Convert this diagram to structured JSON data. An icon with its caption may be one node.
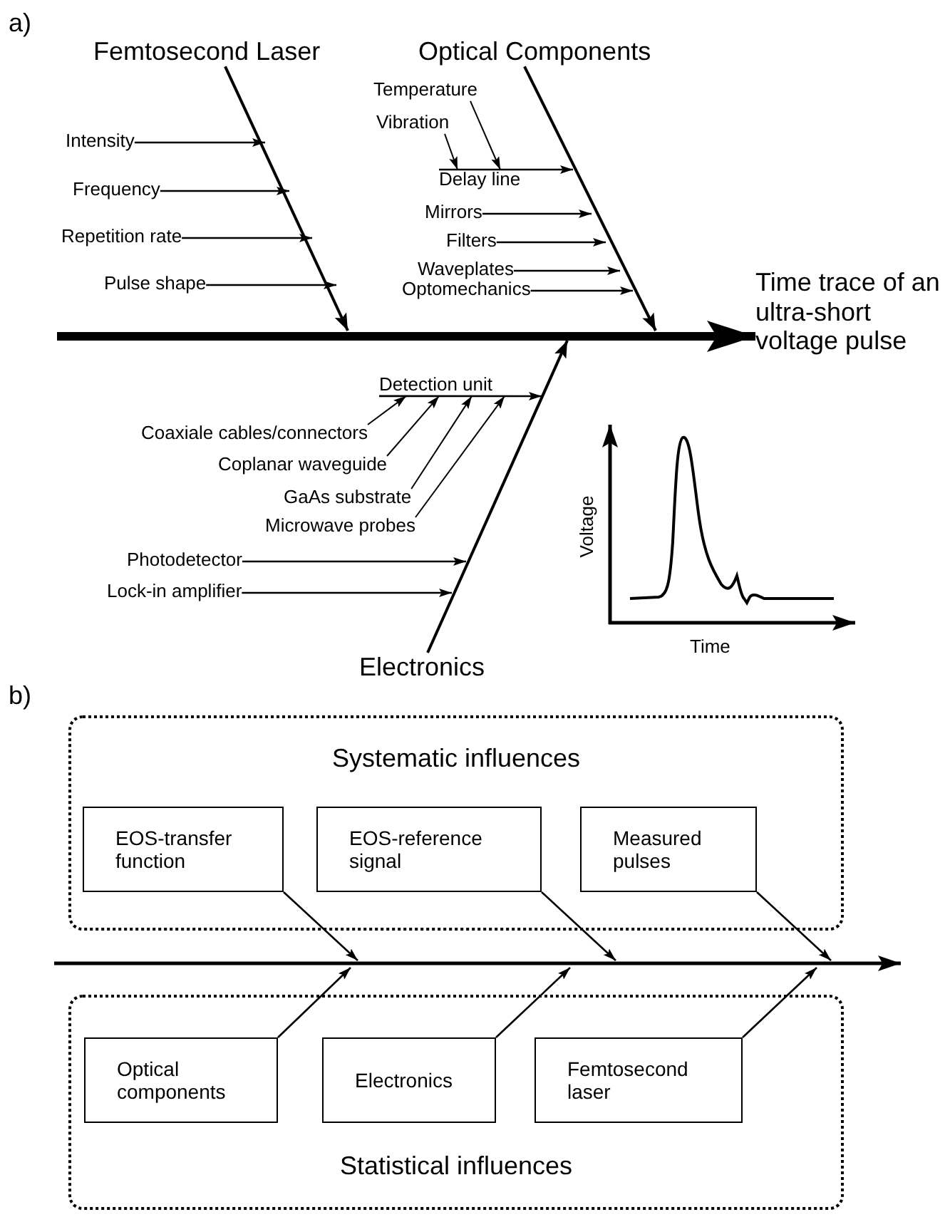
{
  "diagram": {
    "nodes": [
      {
        "text": [
          "Femtosecond Laser"
        ]
      },
      {
        "text": [
          "Optical Components"
        ]
      },
      {
        "text": [
          "Temperature"
        ]
      },
      {
        "text": [
          "Vibration"
        ]
      },
      {
        "text": [
          "Intensity"
        ]
      },
      {
        "text": [
          "Delay line"
        ]
      },
      {
        "text": [
          "Frequency"
        ]
      },
      {
        "text": [
          "Mirrors"
        ]
      },
      {
        "text": [
          "Repetition rate"
        ]
      },
      {
        "text": [
          "Filters"
        ]
      },
      {
        "text": [
          "Waveplates"
        ]
      },
      {
        "text": [
          "Pulse shape"
        ]
      },
      {
        "text": [
          "Optomechanics"
        ]
      },
      {
        "text": [
          "Time trace of an ultra-short voltage pulse"
        ]
      },
      {
        "text": [
          "Detection unit"
        ]
      },
      {
        "text": [
          "Coaxiale cables/connectors"
        ]
      },
      {
        "text": [
          "Coplanar waveguide"
        ]
      },
      {
        "text": [
          "GaAs substrate"
        ]
      },
      {
        "text": [
          "Microwave probes"
        ]
      },
      {
        "text": [
          "Photodetector"
        ]
      },
      {
        "text": [
          "Lock-in amplifier"
        ]
      },
      {
        "text": [
          "Electronics"
        ]
      },
      {
        "text": [
          "Systematic influences"
        ]
      },
      {
        "text": [
          "EOS-transfer function"
        ],
        "in": 22
      },
      {
        "text": [
          "EOS-reference signal"
        ],
        "in": 22
      },
      {
        "text": [
          "Measured pulses"
        ],
        "in": 22
      },
      {
        "text": [
          "Statistical influences"
        ]
      },
      {
        "text": [
          "Optical components"
        ],
        "in": 26
      },
      {
        "text": [
          "Electronics"
        ],
        "in": 26
      },
      {
        "text": [
          "Femtosecond laser"
        ],
        "in": 26
      }
    ],
    "edges": [
      {
        "from": 0,
        "to": null,
        "arrow": "to"
      },
      {
        "from": 1,
        "to": null,
        "arrow": "to"
      },
      {
        "from": 2,
        "to": 5,
        "arrow": "to"
      },
      {
        "from": 3,
        "to": 5,
        "arrow": "to"
      },
      {
        "from": 4,
        "to": null,
        "arrow": "to"
      },
      {
        "from": 5,
        "to": null,
        "arrow": "to"
      },
      {
        "from": 6,
        "to": null,
        "arrow": "to"
      },
      {
        "from": 7,
        "to": null,
        "arrow": "to"
      },
      {
        "from": 8,
        "to": null,
        "arrow": "to"
      },
      {
        "from": 9,
        "to": null,
        "arrow": "to"
      },
      {
        "from": 10,
        "to": null,
        "arrow": "to"
      },
      {
        "from": 11,
        "to": null,
        "arrow": "to"
      },
      {
        "from": 12,
        "to": null,
        "arrow": "to"
      },
      {
        "from": null,
        "to": 13,
        "arrow": "to",
        "style": "thick"
      },
      {
        "from": 14,
        "to": null,
        "arrow": "to"
      },
      {
        "from": 15,
        "to": 14,
        "arrow": "to"
      },
      {
        "from": 16,
        "to": 14,
        "arrow": "to"
      },
      {
        "from": 17,
        "to": 14,
        "arrow": "to"
      },
      {
        "from": 18,
        "to": 14,
        "arrow": "to"
      },
      {
        "from": 19,
        "to": null,
        "arrow": "to"
      },
      {
        "from": 20,
        "to": null,
        "arrow": "to"
      },
      {
        "from": 21,
        "to": null,
        "arrow": "to"
      },
      {
        "from": 23,
        "to": null,
        "arrow": "to"
      },
      {
        "from": 24,
        "to": null,
        "arrow": "to"
      },
      {
        "from": 25,
        "to": null,
        "arrow": "to"
      },
      {
        "from": 27,
        "to": null,
        "arrow": "to"
      },
      {
        "from": 28,
        "to": null,
        "arrow": "to"
      },
      {
        "from": 29,
        "to": null,
        "arrow": "to"
      }
    ],
    "labels": [
      "a)",
      "Voltage",
      "Time",
      "b)"
    ]
  }
}
